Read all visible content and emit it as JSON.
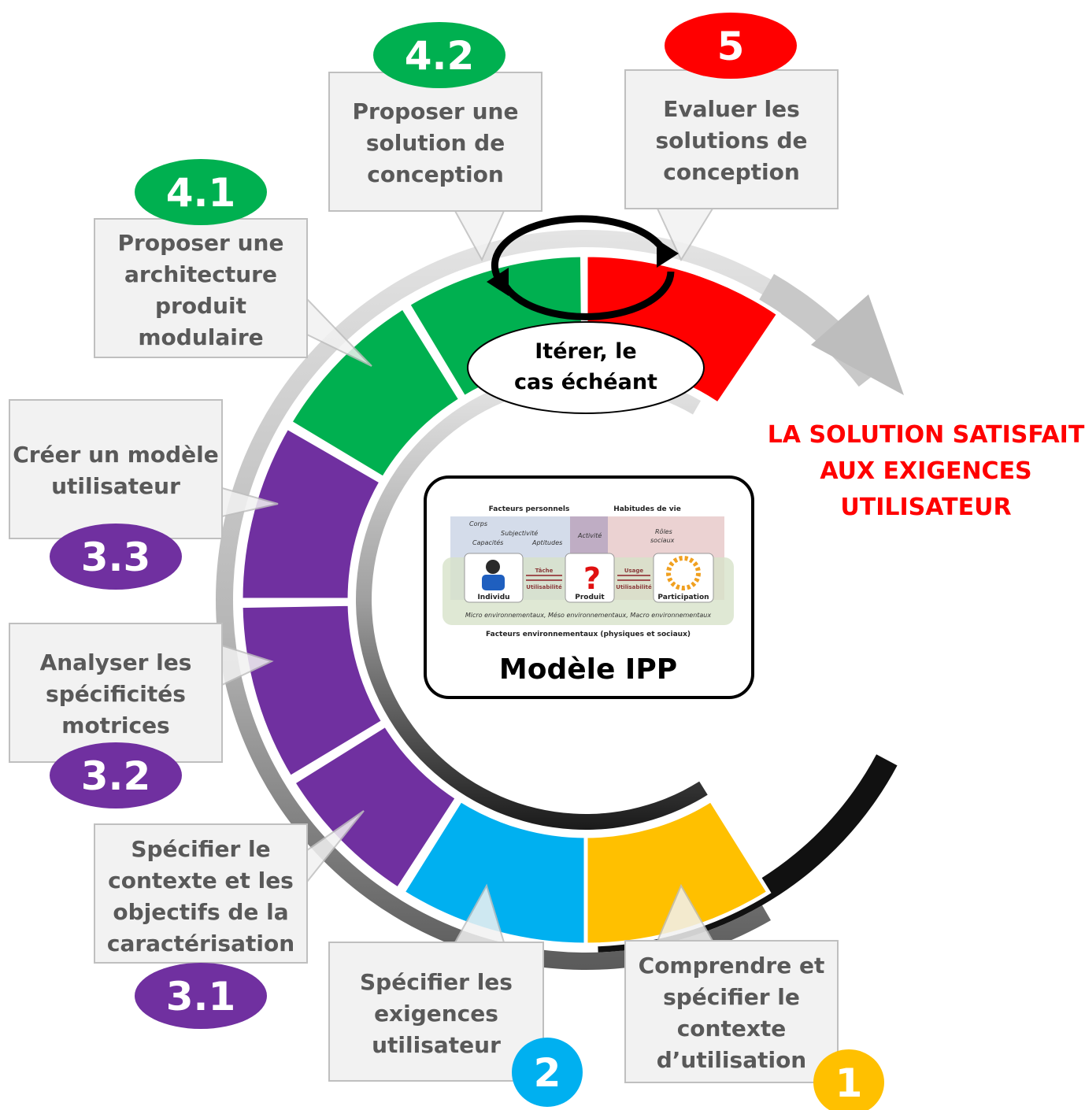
{
  "colors": {
    "green": "#00B050",
    "red": "#FF0000",
    "purple": "#7030A0",
    "blue": "#00B0F0",
    "yellow": "#FFC000",
    "callout_fill": "#F2F2F2",
    "callout_text": "#595959",
    "outcome": "#FF0000"
  },
  "steps": [
    {
      "id": "1",
      "badge": "1",
      "lines": [
        "Comprendre et",
        "spécifier le",
        "contexte",
        "d’utilisation"
      ],
      "color": "yellow"
    },
    {
      "id": "2",
      "badge": "2",
      "lines": [
        "Spécifier les",
        "exigences",
        "utilisateur"
      ],
      "color": "blue"
    },
    {
      "id": "3.1",
      "badge": "3.1",
      "lines": [
        "Spécifier le",
        "contexte et les",
        "objectifs de la",
        "caractérisation"
      ],
      "color": "purple"
    },
    {
      "id": "3.2",
      "badge": "3.2",
      "lines": [
        "Analyser les",
        "spécificités",
        "motrices"
      ],
      "color": "purple"
    },
    {
      "id": "3.3",
      "badge": "3.3",
      "lines": [
        "Créer un modèle",
        "utilisateur"
      ],
      "color": "purple"
    },
    {
      "id": "4.1",
      "badge": "4.1",
      "lines": [
        "Proposer une",
        "architecture",
        "produit",
        "modulaire"
      ],
      "color": "green"
    },
    {
      "id": "4.2",
      "badge": "4.2",
      "lines": [
        "Proposer une",
        "solution de",
        "conception"
      ],
      "color": "green"
    },
    {
      "id": "5",
      "badge": "5",
      "lines": [
        "Evaluer les",
        "solutions de",
        "conception"
      ],
      "color": "red"
    }
  ],
  "iterate": {
    "lines": [
      "Itérer, le",
      "cas échéant"
    ]
  },
  "outcome": {
    "lines": [
      "LA SOLUTION SATISFAIT",
      "AUX EXIGENCES",
      "UTILISATEUR"
    ]
  },
  "model": {
    "title": "Modèle IPP",
    "personal_factors": "Facteurs personnels",
    "life_habits": "Habitudes de vie",
    "body": "Corps",
    "subjectivity": "Subjectivité",
    "capacities": "Capacités",
    "aptitudes": "Aptitudes",
    "activity": "Activité",
    "social_roles": [
      "Rôles",
      "sociaux"
    ],
    "task": "Tâche",
    "usability_1": "Utilisabilité",
    "usage": "Usage",
    "usability_2": "Utilisabilité",
    "individual": "Individu",
    "product": "Produit",
    "participation": "Participation",
    "environments": "Micro environnementaux, Méso environnementaux, Macro environnementaux",
    "environmental_factors": "Facteurs environnementaux (physiques et sociaux)"
  }
}
